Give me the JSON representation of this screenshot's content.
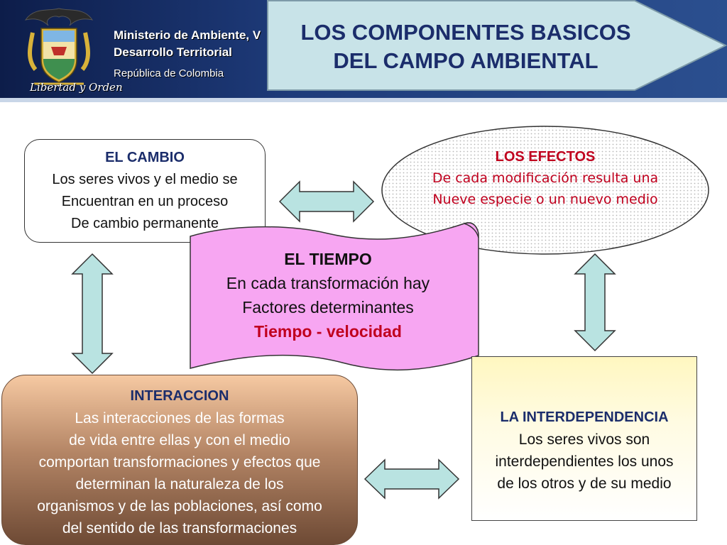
{
  "header": {
    "ministry_line1": "Ministerio de Ambiente, V",
    "ministry_line2": "Desarrollo Territorial",
    "ministry_line3": "República de Colombia",
    "motto": "Libertad y Orden",
    "title_line1": "LOS COMPONENTES BASICOS",
    "title_line2": "DEL CAMPO AMBIENTAL"
  },
  "cambio": {
    "heading": "EL CAMBIO",
    "lines": [
      "Los seres vivos y el medio se",
      "Encuentran en un proceso",
      "De cambio permanente"
    ]
  },
  "efectos": {
    "heading": "LOS EFECTOS",
    "lines": [
      "De cada modificación resulta  una",
      "Nueve especie o un nuevo medio"
    ]
  },
  "tiempo": {
    "heading": "EL TIEMPO",
    "lines": [
      "En cada transformación hay",
      "Factores determinantes"
    ],
    "highlight": "Tiempo -  velocidad"
  },
  "interaccion": {
    "heading": "INTERACCION",
    "lines": [
      "Las interacciones de las formas",
      "de vida entre ellas y con el medio",
      "comportan transformaciones y efectos que",
      "determinan la naturaleza de los",
      "organismos y de las poblaciones, así como",
      "del sentido de las transformaciones"
    ]
  },
  "interdependencia": {
    "heading": "LA INTERDEPENDENCIA",
    "lines": [
      "Los seres  vivos son",
      "interdependientes los unos",
      "de los otros y de su medio"
    ]
  },
  "colors": {
    "header_bg": "#1e3b7a",
    "title_box": "#c8e3e8",
    "arrow_fill": "#b9e3e1",
    "tiempo_fill": "#f7a6f2",
    "heading_blue": "#1b2d6b",
    "heading_red": "#c0001e"
  }
}
